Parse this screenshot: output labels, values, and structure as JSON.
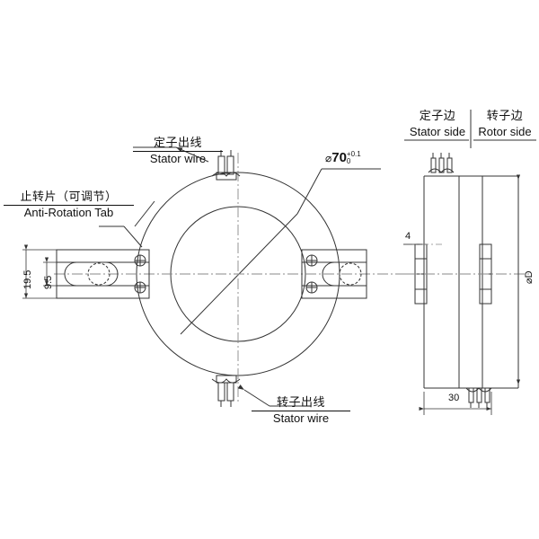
{
  "drawing": {
    "title": "slip-ring-technical-drawing",
    "line_color": "#333333",
    "center_line_color": "#777777",
    "background": "#ffffff"
  },
  "front_view": {
    "annotations": {
      "stator_wire_top": {
        "cn": "定子出线",
        "en": "Stator wire"
      },
      "rotor_wire_bottom": {
        "cn": "转子出线",
        "en": "Stator wire"
      },
      "anti_rotation_tab": {
        "cn": "止转片（可调节）",
        "en": "Anti-Rotation Tab"
      }
    },
    "dimensions": {
      "bore_diameter": {
        "symbol": "⌀",
        "value": "70",
        "tol_upper": "+0.1",
        "tol_lower": "0"
      },
      "tab_outer_height": "19.5",
      "tab_inner_height": "9.5"
    }
  },
  "side_view": {
    "headers": {
      "stator": {
        "cn": "定子边",
        "en": "Stator side"
      },
      "rotor": {
        "cn": "转子边",
        "en": "Rotor  side"
      }
    },
    "dimensions": {
      "flange_thickness": "4",
      "overall_length": "30",
      "outer_diameter": "⌀D"
    }
  }
}
